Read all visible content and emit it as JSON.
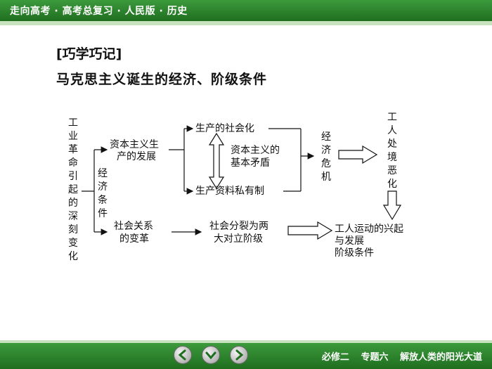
{
  "header": {
    "title": "走向高考 · 高考总复习 · 人民版 · 历史"
  },
  "headings": {
    "tag": "[巧学巧记]",
    "main": "马克思主义诞生的经济、阶级条件"
  },
  "diagram": {
    "root": "工业革命引起的深刻变化",
    "econ_branch": "经济条件",
    "capitalism_dev": [
      "资本主义生",
      "产的发展"
    ],
    "socialization": "生产的社会化",
    "private_ownership": "生产资料私有制",
    "contradiction": [
      "资本主义的",
      "基本矛盾"
    ],
    "crisis": "经济危机",
    "worker_condition": "工人处境恶化",
    "social_change": [
      "社会关系",
      "的变革"
    ],
    "split": [
      "社会分裂为两",
      "大对立阶级"
    ],
    "movement": [
      "工人运动的兴起",
      "与发展",
      "阶级条件"
    ]
  },
  "footer": {
    "course": "必修二",
    "unit": "专题六",
    "topic": "解放人类的阳光大道"
  },
  "nav": {
    "prev": "prev-arrow-icon",
    "home": "down-arrow-icon",
    "next": "next-arrow-icon"
  },
  "colors": {
    "bar": "#2e832e",
    "bar_light": "#c6e2bf"
  }
}
